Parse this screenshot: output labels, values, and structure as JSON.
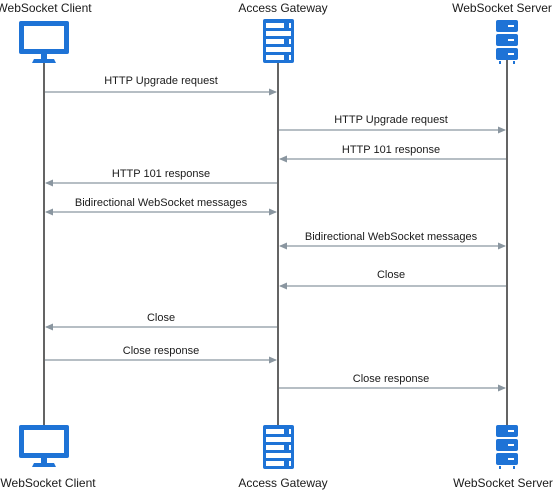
{
  "colors": {
    "icon_blue": "#1e73d6",
    "lifeline": "#222222",
    "arrow": "#8a96a0",
    "text": "#1a1a1a"
  },
  "actors": [
    {
      "id": "client",
      "label": "WebSocket Client",
      "icon": "monitor-icon"
    },
    {
      "id": "gateway",
      "label": "Access Gateway",
      "icon": "gateway-server-icon"
    },
    {
      "id": "server",
      "label": "WebSocket Server",
      "icon": "server-rack-icon"
    }
  ],
  "messages": [
    {
      "from": "client",
      "to": "gateway",
      "label": "HTTP Upgrade request",
      "bidirectional": false
    },
    {
      "from": "gateway",
      "to": "server",
      "label": "HTTP Upgrade request",
      "bidirectional": false
    },
    {
      "from": "server",
      "to": "gateway",
      "label": "HTTP 101 response",
      "bidirectional": false
    },
    {
      "from": "gateway",
      "to": "client",
      "label": "HTTP 101 response",
      "bidirectional": false
    },
    {
      "from": "client",
      "to": "gateway",
      "label": "Bidirectional WebSocket messages",
      "bidirectional": true
    },
    {
      "from": "gateway",
      "to": "server",
      "label": "Bidirectional WebSocket messages",
      "bidirectional": true
    },
    {
      "from": "server",
      "to": "gateway",
      "label": "Close",
      "bidirectional": false
    },
    {
      "from": "gateway",
      "to": "client",
      "label": "Close",
      "bidirectional": false
    },
    {
      "from": "client",
      "to": "gateway",
      "label": "Close response",
      "bidirectional": false
    },
    {
      "from": "gateway",
      "to": "server",
      "label": "Close response",
      "bidirectional": false
    }
  ]
}
